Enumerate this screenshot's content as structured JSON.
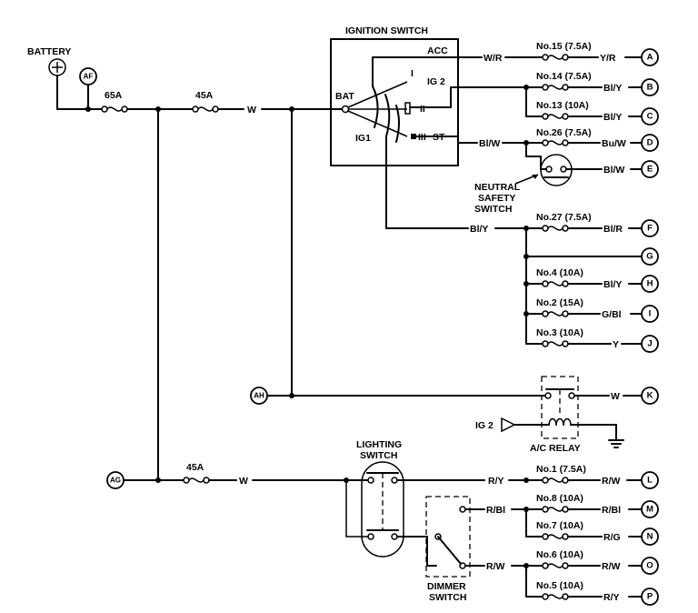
{
  "battery": "BATTERY",
  "fuse_main_65": "65A",
  "fuse_main_45": "45A",
  "fuse_light_45": "45A",
  "wire_w": "W",
  "ignition": {
    "title": "IGNITION SWITCH",
    "acc": "ACC",
    "ig2": "IG 2",
    "bat": "BAT",
    "ig1": "IG1",
    "st": "ST",
    "pos_i": "I",
    "pos_ii": "II",
    "pos_iii": "III"
  },
  "neutral_switch": [
    "NEUTRAL",
    "SAFETY",
    "SWITCH"
  ],
  "lighting_switch": [
    "LIGHTING",
    "SWITCH"
  ],
  "dimmer_switch": [
    "DIMMER",
    "SWITCH"
  ],
  "ac_relay": "A/C RELAY",
  "ig2_input": "IG 2",
  "connectors": {
    "AF": "AF",
    "AH": "AH",
    "AG": "AG",
    "A": "A",
    "B": "B",
    "C": "C",
    "D": "D",
    "E": "E",
    "F": "F",
    "G": "G",
    "H": "H",
    "I": "I",
    "J": "J",
    "K": "K",
    "L": "L",
    "M": "M",
    "N": "N",
    "O": "O",
    "P": "P"
  },
  "wires": {
    "w_r": "W/R",
    "bl_w_d": "Bl/W",
    "bl_y_f": "Bl/Y",
    "r_y": "R/Y",
    "r_bl": "R/Bl",
    "r_w": "R/W",
    "out_a": "Y/R",
    "out_b": "Bl/Y",
    "out_c": "Bl/Y",
    "out_d": "Bu/W",
    "out_e": "Bl/W",
    "out_f": "Bl/R",
    "out_h": "Bl/Y",
    "out_i": "G/Bl",
    "out_j": "Y",
    "out_k": "W",
    "out_l": "R/W",
    "out_m": "R/Bl",
    "out_n": "R/G",
    "out_o": "R/W",
    "out_p": "R/Y"
  },
  "fuses": {
    "no15": "No.15 (7.5A)",
    "no14": "No.14 (7.5A)",
    "no13": "No.13 (10A)",
    "no26": "No.26 (7.5A)",
    "no27": "No.27 (7.5A)",
    "no4": "No.4 (10A)",
    "no2": "No.2 (15A)",
    "no3": "No.3 (10A)",
    "no1": "No.1 (7.5A)",
    "no8": "No.8 (10A)",
    "no7": "No.7 (10A)",
    "no6": "No.6 (10A)",
    "no5": "No.5 (10A)"
  }
}
